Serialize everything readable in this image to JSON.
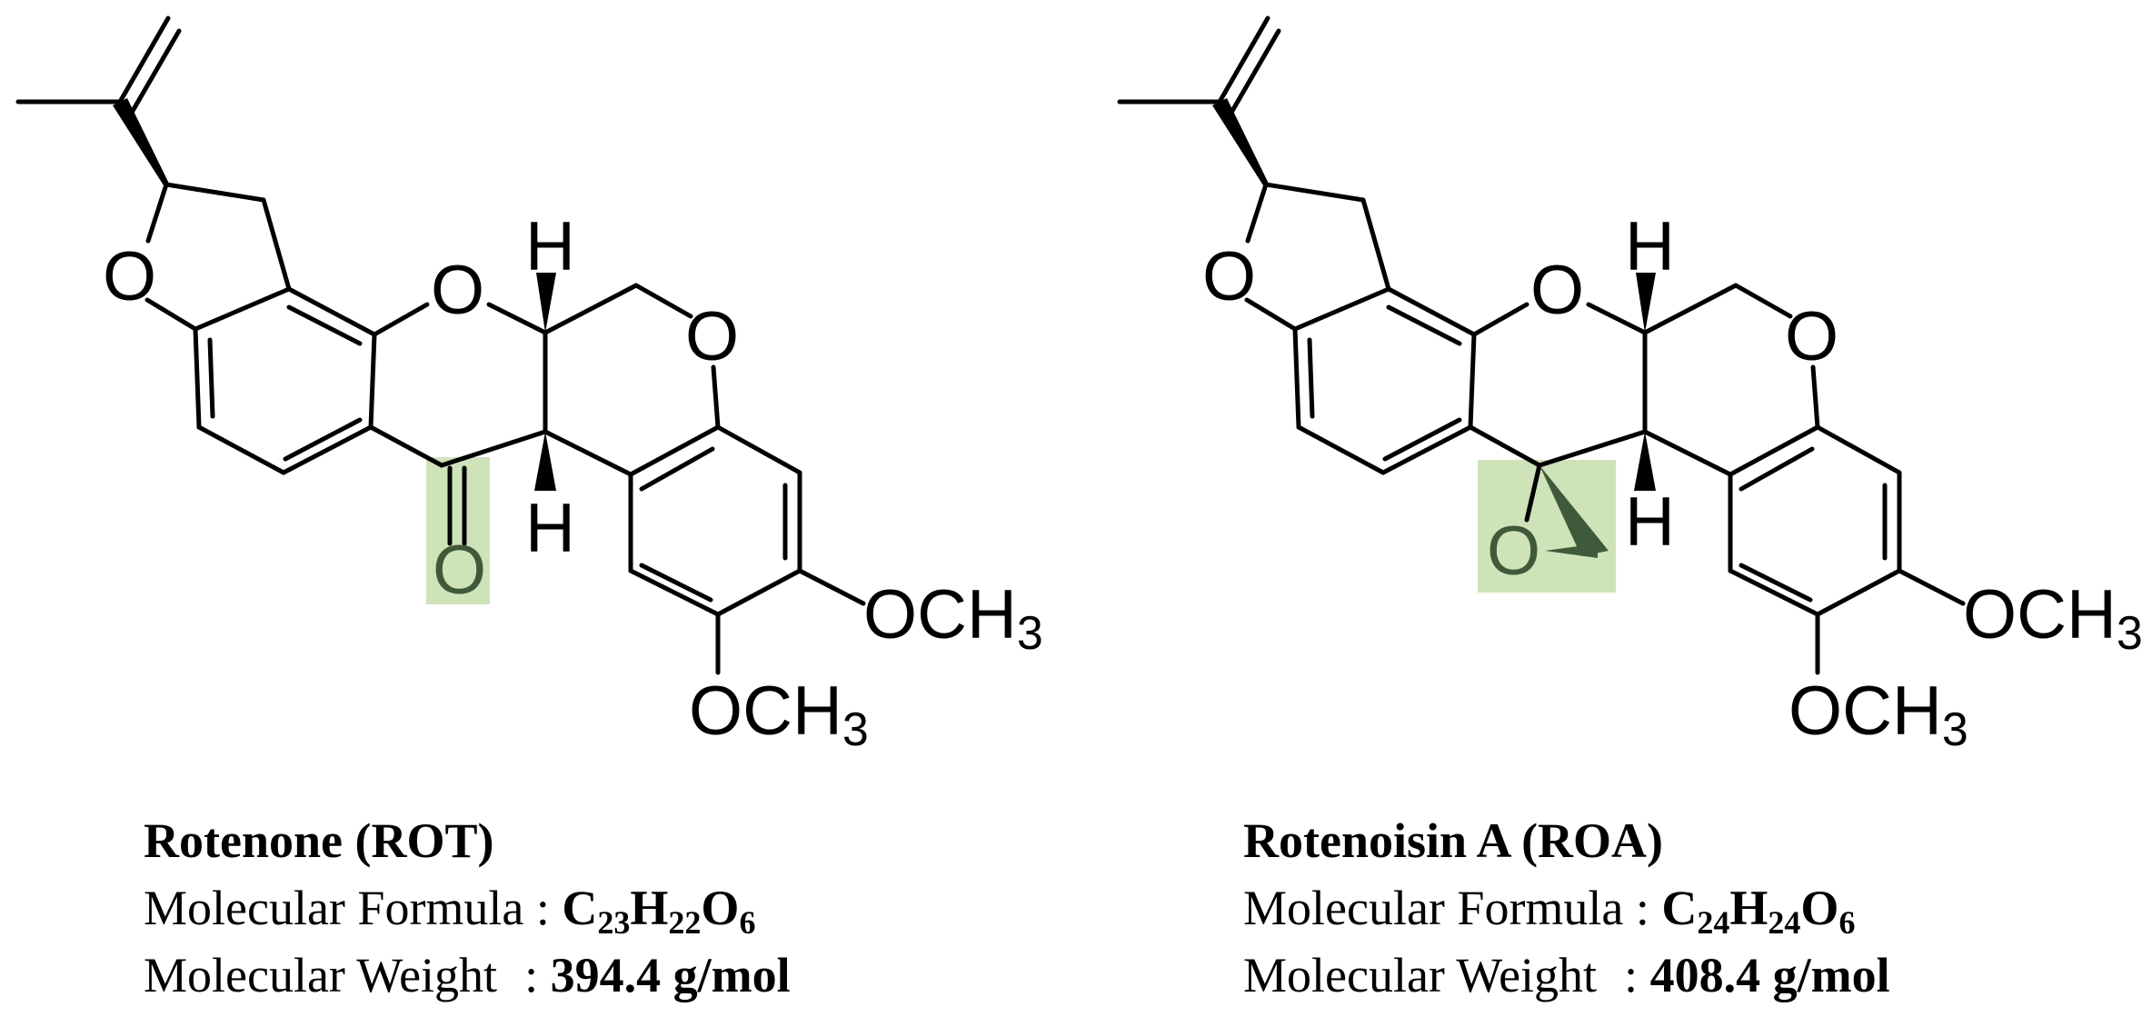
{
  "compounds": [
    {
      "name": "Rotenone (ROT)",
      "formula_label": "Molecular Formula :",
      "formula": {
        "C": "C",
        "c_count": "23",
        "H": "H",
        "h_count": "22",
        "O": "O",
        "o_count": "6"
      },
      "weight_label": "Molecular Weight",
      "weight_sep": ":",
      "weight": "394.4 g/mol",
      "atoms": {
        "o_furan": "O",
        "o_pyran": "O",
        "o_ring": "O",
        "h_top": "H",
        "h_bottom": "H",
        "o_carbonyl": "O",
        "ome1": "OCH",
        "ome1_sub": "3",
        "ome2": "OCH",
        "ome2_sub": "3"
      }
    },
    {
      "name": "Rotenoisin A (ROA)",
      "formula_label": "Molecular Formula :",
      "formula": {
        "C": "C",
        "c_count": "24",
        "H": "H",
        "h_count": "24",
        "O": "O",
        "o_count": "6"
      },
      "weight_label": "Molecular Weight",
      "weight_sep": ":",
      "weight": "408.4 g/mol",
      "atoms": {
        "o_furan": "O",
        "o_pyran": "O",
        "o_ring": "O",
        "h_top": "H",
        "h_bottom": "H",
        "o_epoxide": "O",
        "ome1": "OCH",
        "ome1_sub": "3",
        "ome2": "OCH",
        "ome2_sub": "3"
      }
    }
  ],
  "colors": {
    "highlight": "#cfe3b8",
    "highlight_text": "#3f5a3a",
    "bonds": "#000000"
  }
}
